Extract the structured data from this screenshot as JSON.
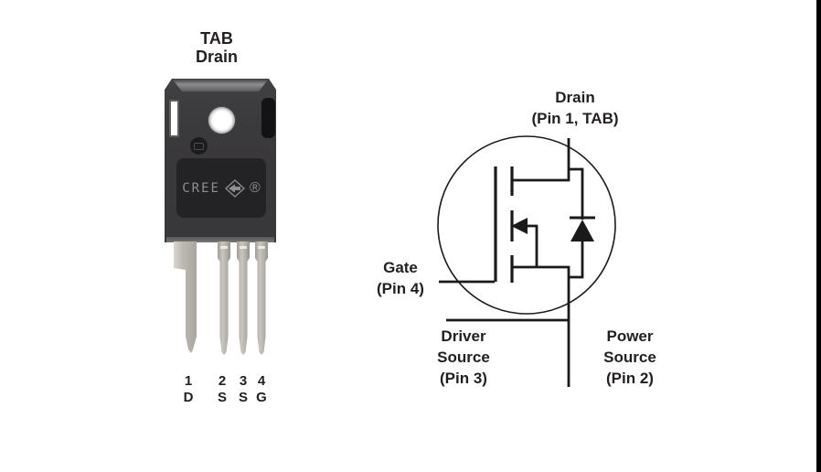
{
  "package": {
    "top_label_line1": "TAB",
    "top_label_line2": "Drain",
    "brand_text": "CREE",
    "registered_mark": "®",
    "pins": [
      {
        "number": "1",
        "name": "D"
      },
      {
        "number": "2",
        "name": "S"
      },
      {
        "number": "3",
        "name": "S"
      },
      {
        "number": "4",
        "name": "G"
      }
    ]
  },
  "schematic": {
    "drain_label": {
      "line1": "Drain",
      "line2": "(Pin 1, TAB)"
    },
    "gate_label": {
      "line1": "Gate",
      "line2": "(Pin 4)"
    },
    "driver_source_label": {
      "line1": "Driver",
      "line2": "Source",
      "line3": "(Pin 3)"
    },
    "power_source_label": {
      "line1": "Power",
      "line2": "Source",
      "line3": "(Pin 2)"
    }
  },
  "colors": {
    "background": "#ffffff",
    "text": "#231f20",
    "schematic_line": "#1a1a1a",
    "package_body": "#3a393b",
    "package_mark_area": "#232325",
    "pin_metal": "#b5b2ab",
    "right_edge_bar": "#000000"
  }
}
